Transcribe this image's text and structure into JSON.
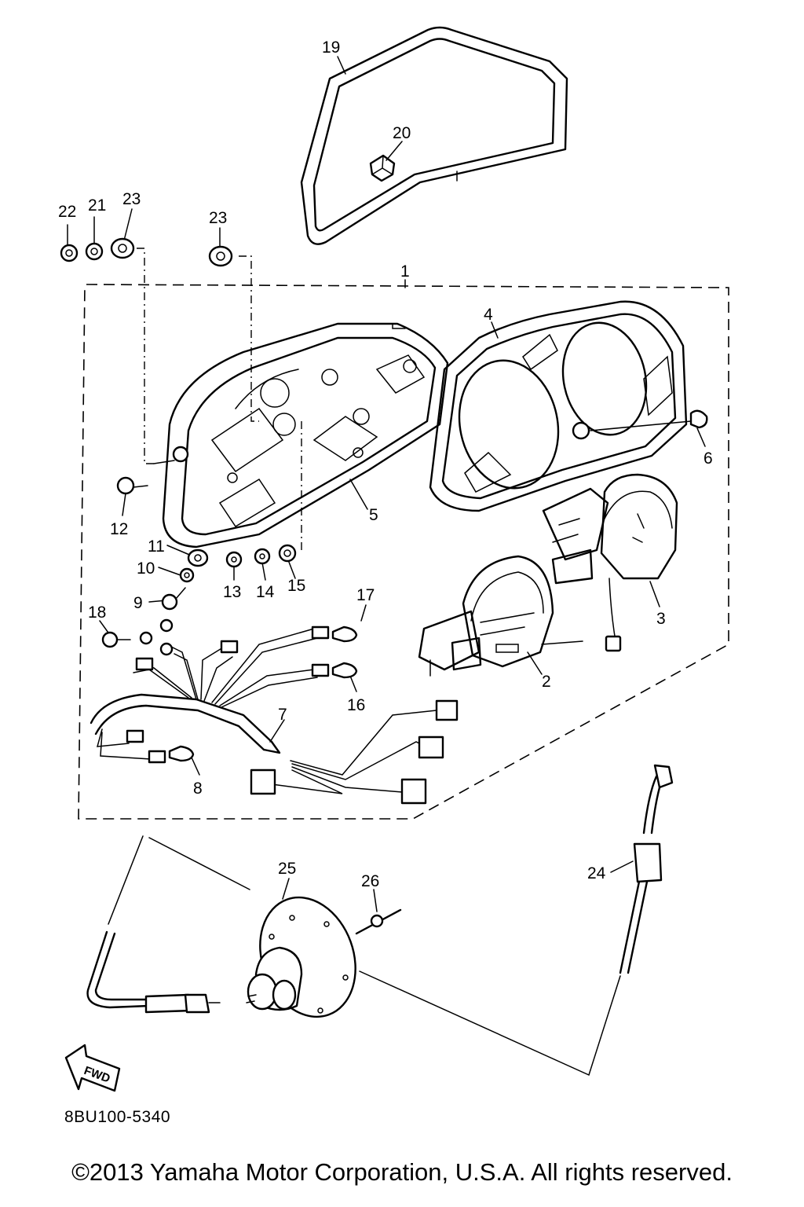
{
  "diagram": {
    "code": "8BU100-5340",
    "copyright": "©2013 Yamaha Motor Corporation, U.S.A. All rights reserved.",
    "fwd_label": "FWD"
  },
  "callouts": {
    "c1": "1",
    "c2": "2",
    "c3": "3",
    "c4": "4",
    "c5": "5",
    "c6": "6",
    "c7": "7",
    "c8": "8",
    "c9": "9",
    "c10": "10",
    "c11": "11",
    "c12": "12",
    "c13": "13",
    "c14": "14",
    "c15": "15",
    "c16": "16",
    "c17": "17",
    "c18": "18",
    "c19": "19",
    "c20": "20",
    "c21": "21",
    "c22": "22",
    "c23a": "23",
    "c23b": "23",
    "c24": "24",
    "c25": "25",
    "c26": "26"
  }
}
